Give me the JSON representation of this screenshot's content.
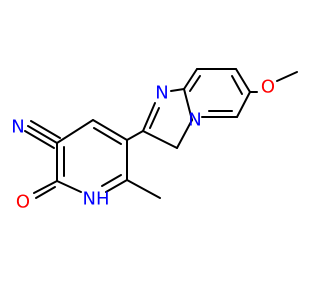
{
  "molecule": {
    "atoms": {
      "nitrile_n": {
        "text": "N",
        "color": "#0000ff"
      },
      "carbonyl_o": {
        "text": "O",
        "color": "#ff0000"
      },
      "ring_nh": {
        "text": "NH",
        "color": "#0000ff"
      },
      "imidazole_n": {
        "text": "N",
        "color": "#0000ff"
      },
      "bridgehead_n": {
        "text": "N",
        "color": "#0000ff"
      },
      "methoxy_o": {
        "text": "O",
        "color": "#ff0000"
      }
    }
  }
}
